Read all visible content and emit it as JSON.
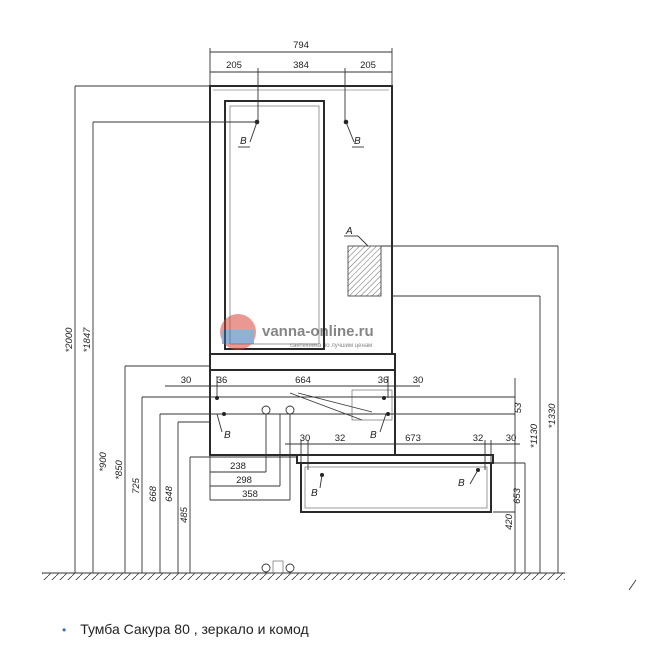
{
  "top_dims": {
    "overall": "794",
    "left": "205",
    "center": "384",
    "right": "205"
  },
  "cabinet_dims": {
    "a": "30",
    "b": "36",
    "c": "664",
    "d": "36",
    "e": "30"
  },
  "chest_dims": {
    "a": "30",
    "b": "32",
    "c": "673",
    "d": "32",
    "e": "30"
  },
  "bottom_dims": {
    "d238": "238",
    "d298": "298",
    "d358": "358"
  },
  "left_verticals": {
    "v2000": "*2000",
    "v1847": "*1847",
    "v900": "*900",
    "v850": "*850",
    "v725": "725",
    "v668": "668",
    "v648": "648",
    "v485": "485"
  },
  "right_verticals": {
    "v53": "53",
    "v1130": "*1130",
    "v1330": "*1330",
    "v653": "653",
    "v420": "420"
  },
  "markers": {
    "b": "B",
    "a": "A"
  },
  "watermark": {
    "name": "vanna-online.ru",
    "tagline": "сантехника по лучшим ценам"
  },
  "caption": "Тумба Сакура 80 , зеркало и комод",
  "colors": {
    "watermark_blue": "#3a6fb5",
    "watermark_red": "#d9443a",
    "line": "#333333"
  }
}
